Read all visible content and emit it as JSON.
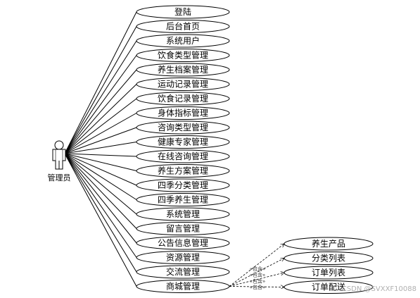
{
  "actor": {
    "label": "管理员",
    "icon": "person-icon"
  },
  "use_cases": [
    "登陆",
    "后台首页",
    "系统用户",
    "饮食类型管理",
    "养生档案管理",
    "运动记录管理",
    "饮食记录管理",
    "身体指标管理",
    "咨询类型管理",
    "健康专家管理",
    "在线咨询管理",
    "养生方案管理",
    "四季分类管理",
    "四季养生管理",
    "系统管理",
    "留言管理",
    "公告信息管理",
    "资源管理",
    "交流管理",
    "商城管理"
  ],
  "include_source": "商城管理",
  "included_cases": [
    "养生产品",
    "分类列表",
    "订单列表",
    "订单配送"
  ],
  "include_label": "«包含»",
  "watermark": "CSDN @SVXXF10088",
  "colors": {
    "actor_fill": "#ffffff",
    "ellipse_fill": "#ffffff",
    "stroke": "#000000"
  }
}
